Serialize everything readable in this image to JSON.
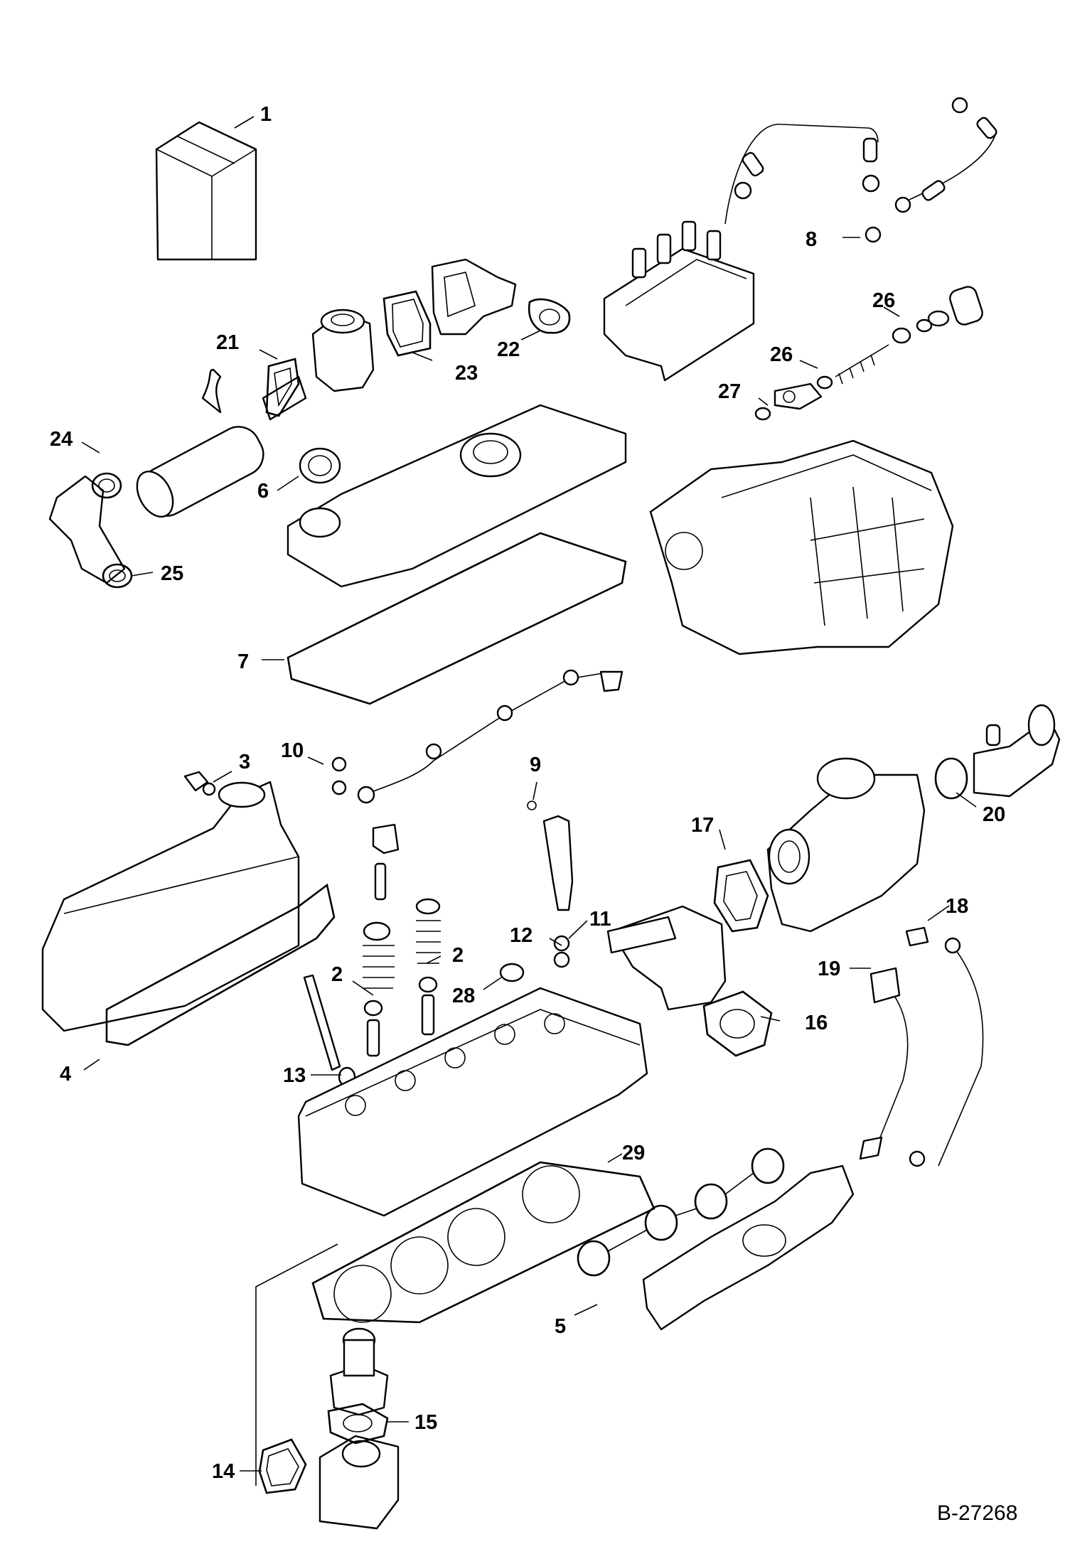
{
  "figure": {
    "reference_code": "B-27268",
    "callouts": [
      {
        "id": "1",
        "label": "1"
      },
      {
        "id": "2a",
        "label": "2"
      },
      {
        "id": "2b",
        "label": "2"
      },
      {
        "id": "3",
        "label": "3"
      },
      {
        "id": "4",
        "label": "4"
      },
      {
        "id": "5",
        "label": "5"
      },
      {
        "id": "6",
        "label": "6"
      },
      {
        "id": "7",
        "label": "7"
      },
      {
        "id": "8",
        "label": "8"
      },
      {
        "id": "9",
        "label": "9"
      },
      {
        "id": "10",
        "label": "10"
      },
      {
        "id": "11",
        "label": "11"
      },
      {
        "id": "12",
        "label": "12"
      },
      {
        "id": "13",
        "label": "13"
      },
      {
        "id": "14",
        "label": "14"
      },
      {
        "id": "15",
        "label": "15"
      },
      {
        "id": "16",
        "label": "16"
      },
      {
        "id": "17",
        "label": "17"
      },
      {
        "id": "18",
        "label": "18"
      },
      {
        "id": "19",
        "label": "19"
      },
      {
        "id": "20",
        "label": "20"
      },
      {
        "id": "21",
        "label": "21"
      },
      {
        "id": "22",
        "label": "22"
      },
      {
        "id": "23",
        "label": "23"
      },
      {
        "id": "24",
        "label": "24"
      },
      {
        "id": "25",
        "label": "25"
      },
      {
        "id": "26a",
        "label": "26"
      },
      {
        "id": "26b",
        "label": "26"
      },
      {
        "id": "27",
        "label": "27"
      },
      {
        "id": "28",
        "label": "28"
      },
      {
        "id": "29",
        "label": "29"
      }
    ]
  }
}
